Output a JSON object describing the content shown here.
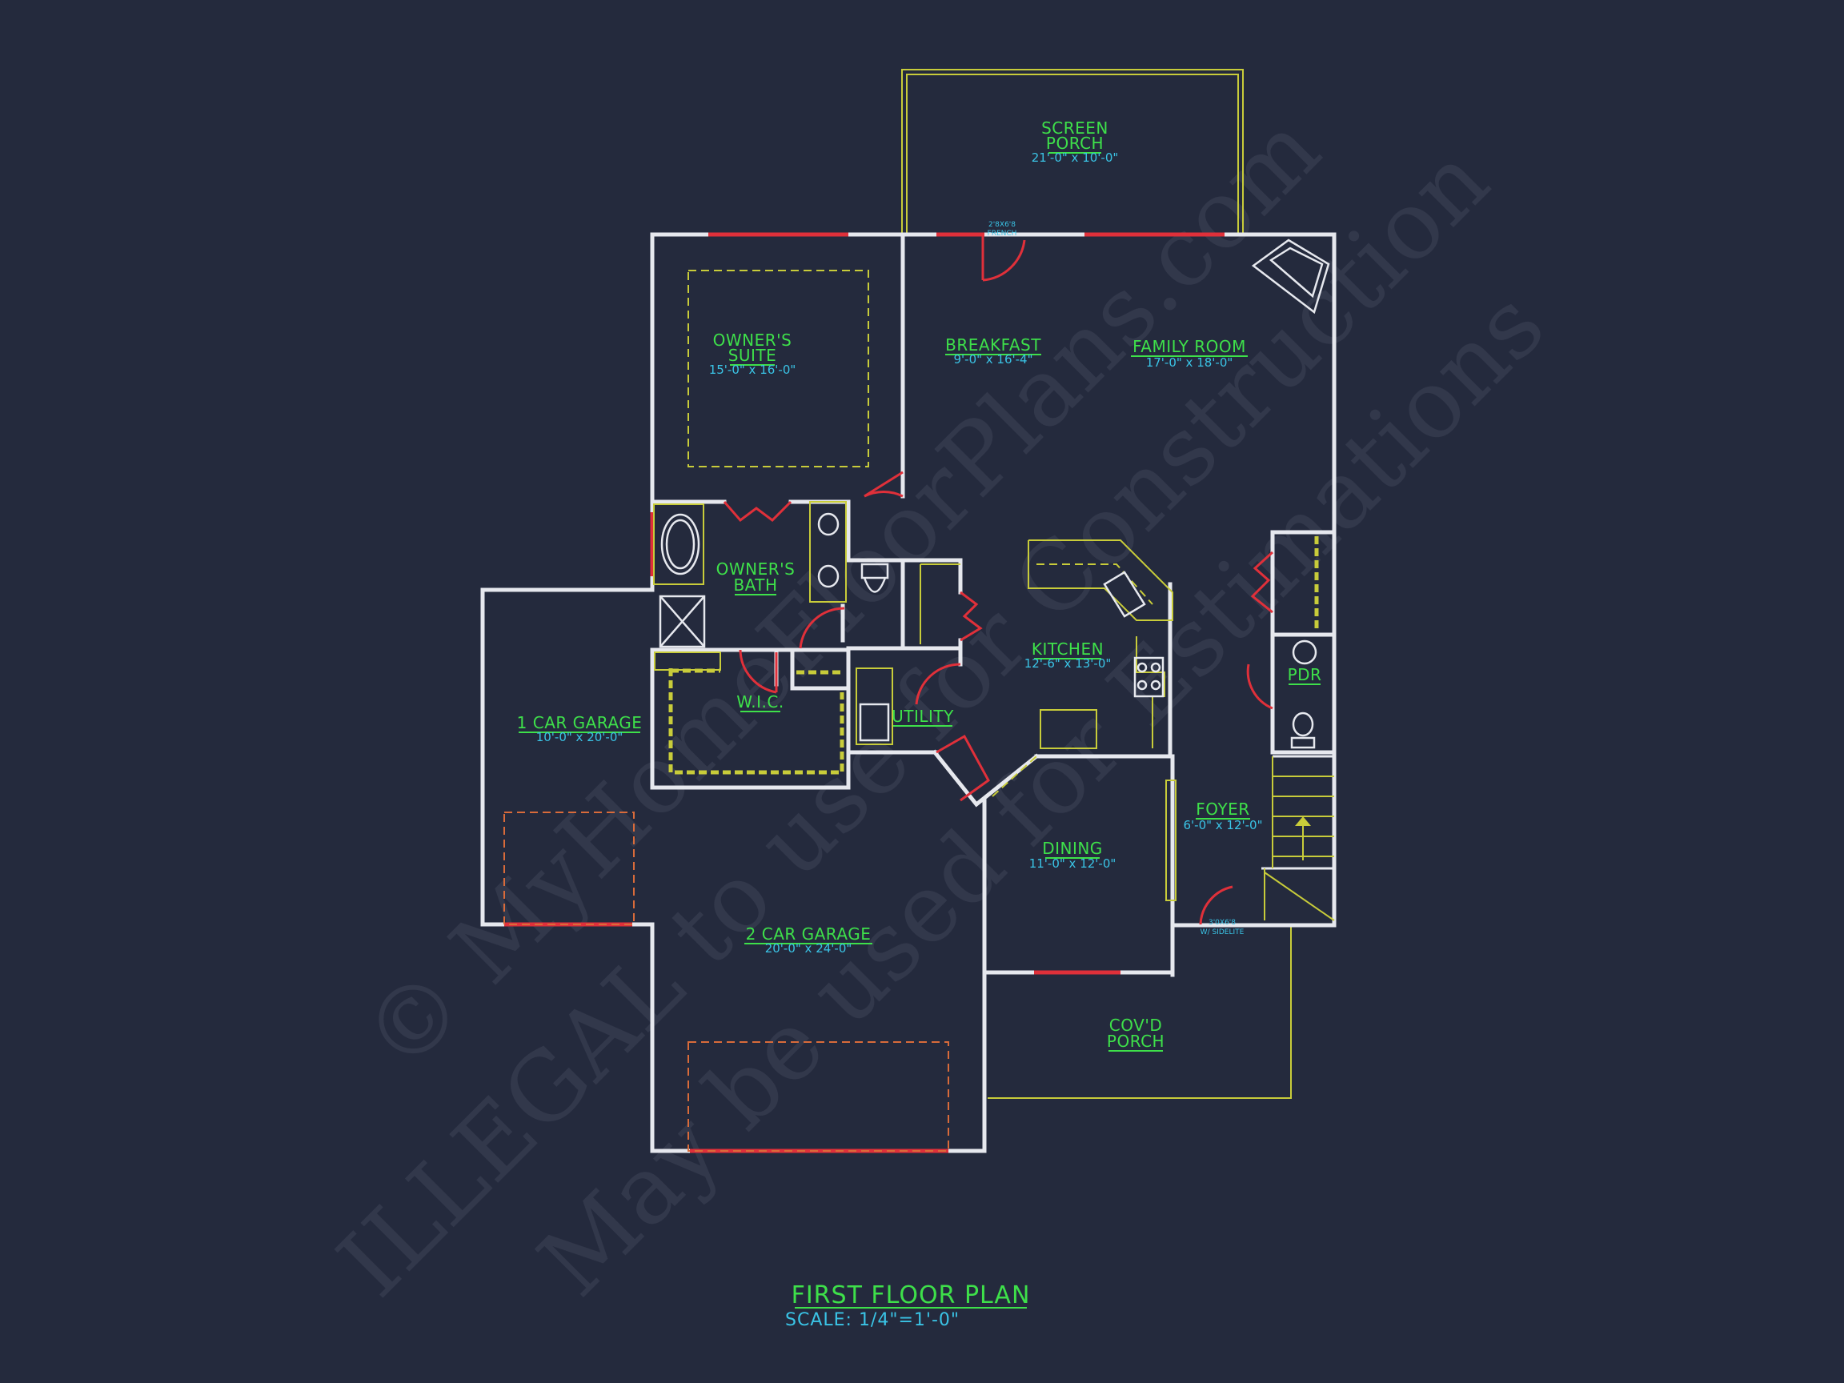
{
  "plan": {
    "title": "FIRST FLOOR PLAN",
    "scale": "SCALE: 1/4\"=1'-0\""
  },
  "rooms": {
    "screen_porch": {
      "line1": "SCREEN",
      "line2": "PORCH",
      "dim": "21'-0\" x 10'-0\""
    },
    "owners_suite": {
      "line1": "OWNER'S",
      "line2": "SUITE",
      "dim": "15'-0\" x 16'-0\""
    },
    "breakfast": {
      "name": "BREAKFAST",
      "dim": "9'-0\" x 16'-4\""
    },
    "family_room": {
      "name": "FAMILY ROOM",
      "dim": "17'-0\" x 18'-0\""
    },
    "owners_bath": {
      "line1": "OWNER'S",
      "line2": "BATH"
    },
    "wic": {
      "name": "W.I.C."
    },
    "kitchen": {
      "name": "KITCHEN",
      "dim": "12'-6\" x 13'-0\""
    },
    "pdr": {
      "name": "PDR"
    },
    "utility": {
      "name": "UTILITY"
    },
    "one_car_garage": {
      "name": "1 CAR GARAGE",
      "dim": "10'-0\" x 20'-0\""
    },
    "foyer": {
      "name": "FOYER",
      "dim": "6'-0\" x 12'-0\""
    },
    "dining": {
      "name": "DINING",
      "dim": "11'-0\" x 12'-0\""
    },
    "two_car_garage": {
      "name": "2 CAR GARAGE",
      "dim": "20'-0\" x 24'-0\""
    },
    "covd_porch": {
      "line1": "COV'D",
      "line2": "PORCH"
    }
  },
  "notes": {
    "french_door_line1": "2'8X6'8",
    "french_door_line2": "FRENCH",
    "entry_door_line1": "3'0X6'8",
    "entry_door_line2": "W/ SIDELITE"
  },
  "watermark": {
    "line1": "© MyHomeFloorPlans.com",
    "line2": "ILLEGAL to use for Construction",
    "line3": "May be used for Estimations"
  },
  "colors": {
    "background": "#242a3d",
    "walls": "#e6e8ee",
    "room_labels": "#3ee04a",
    "dimensions": "#3ac4e6",
    "doors_windows": "#e0303a",
    "cabinets": "#c8cc3a"
  }
}
